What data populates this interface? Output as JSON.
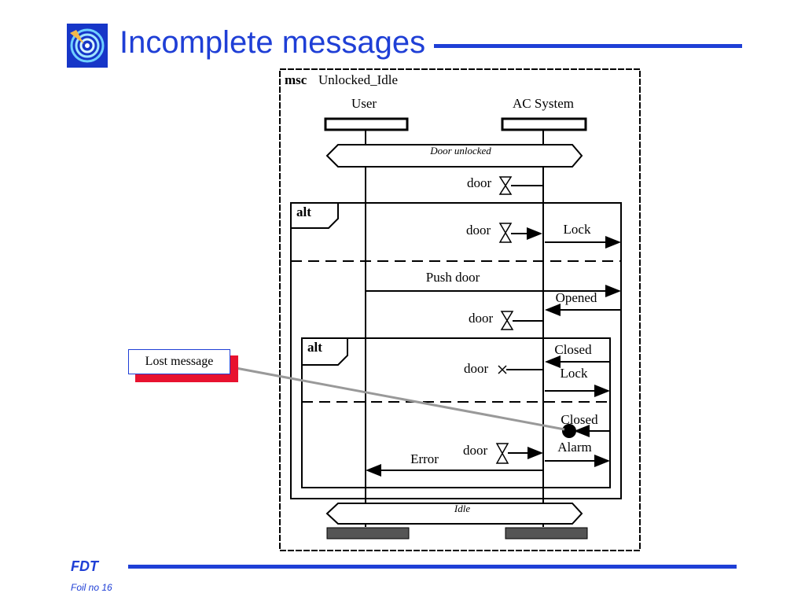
{
  "slide": {
    "title": "Incomplete messages",
    "footer_label": "FDT",
    "footer_sub": "Foil no 16",
    "accent_color": "#1f3fd6",
    "callout_shadow_color": "#e8122f"
  },
  "msc": {
    "keyword": "msc",
    "name": "Unlocked_Idle",
    "instances": [
      "User",
      "AC System"
    ],
    "conditions": {
      "start": "Door unlocked",
      "end": "Idle"
    },
    "operators": {
      "outer": "alt",
      "inner": "alt"
    },
    "labels": {
      "door1": "door",
      "door2": "door",
      "lock1": "Lock",
      "push_door": "Push door",
      "opened": "Opened",
      "door3": "door",
      "closed1": "Closed",
      "door4": "door",
      "lock2": "Lock",
      "closed2": "Closed",
      "door5": "door",
      "alarm": "Alarm",
      "error": "Error"
    }
  },
  "callout": {
    "text": "Lost message"
  }
}
